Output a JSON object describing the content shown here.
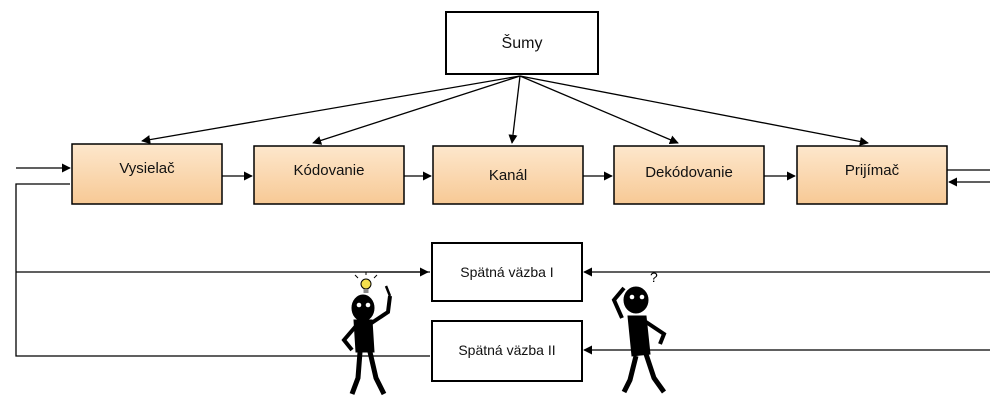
{
  "noise": {
    "label": "Šumy"
  },
  "chain": [
    {
      "label": "Vysielač"
    },
    {
      "label": "Kódovanie"
    },
    {
      "label": "Kanál"
    },
    {
      "label": "Dekódovanie"
    },
    {
      "label": "Prijímač"
    }
  ],
  "feedback": [
    {
      "label": "Spätná väzba I"
    },
    {
      "label": "Spätná väzba II"
    }
  ],
  "colors": {
    "block_fill": "#f9d2a4",
    "block_fill_light": "#fde7cc",
    "stroke": "#000000",
    "background": "#ffffff"
  },
  "figures": [
    {
      "name": "idea-figure",
      "symbol": "lightbulb"
    },
    {
      "name": "thinking-figure",
      "symbol": "question-mark"
    }
  ]
}
